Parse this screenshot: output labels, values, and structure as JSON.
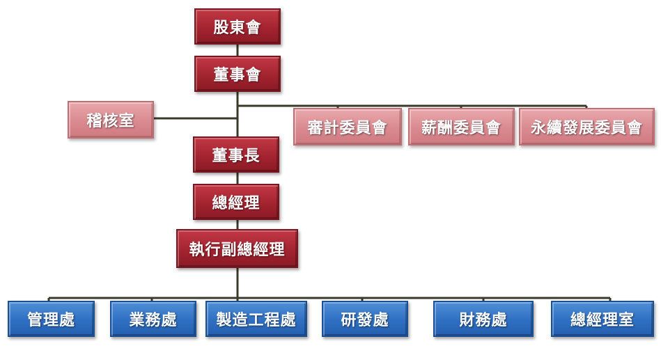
{
  "colors": {
    "executive": "#a32430",
    "committee": "#d98a90",
    "department": "#2f6fc2",
    "connector": "#3a3a2a"
  },
  "chain": {
    "shareholders": "股東會",
    "board": "董事會",
    "chairman": "董事長",
    "general_manager": "總經理",
    "executive_vp": "執行副總經理"
  },
  "audit_office": "稽核室",
  "committees": [
    "審計委員會",
    "薪酬委員會",
    "永續發展委員會"
  ],
  "departments": [
    "管理處",
    "業務處",
    "製造工程處",
    "研發處",
    "財務處",
    "總經理室"
  ]
}
